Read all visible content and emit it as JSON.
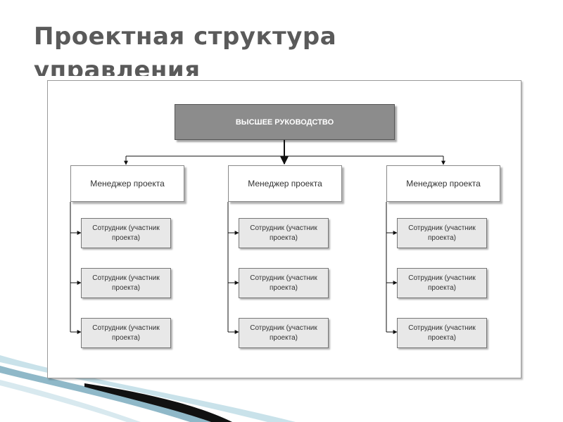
{
  "title": "Проектная структура управления",
  "diagram": {
    "top": "ВЫСШЕЕ РУКОВОДСТВО",
    "groups": [
      {
        "manager": "Менеджер проекта",
        "employees": [
          "Сотрудник (участник проекта)",
          "Сотрудник (участник проекта)",
          "Сотрудник (участник проекта)"
        ]
      },
      {
        "manager": "Менеджер проекта",
        "employees": [
          "Сотрудник (участник проекта)",
          "Сотрудник (участник проекта)",
          "Сотрудник (участник проекта)"
        ]
      },
      {
        "manager": "Менеджер проекта",
        "employees": [
          "Сотрудник (участник проекта)",
          "Сотрудник (участник проекта)",
          "Сотрудник (участник проекта)"
        ]
      }
    ]
  }
}
